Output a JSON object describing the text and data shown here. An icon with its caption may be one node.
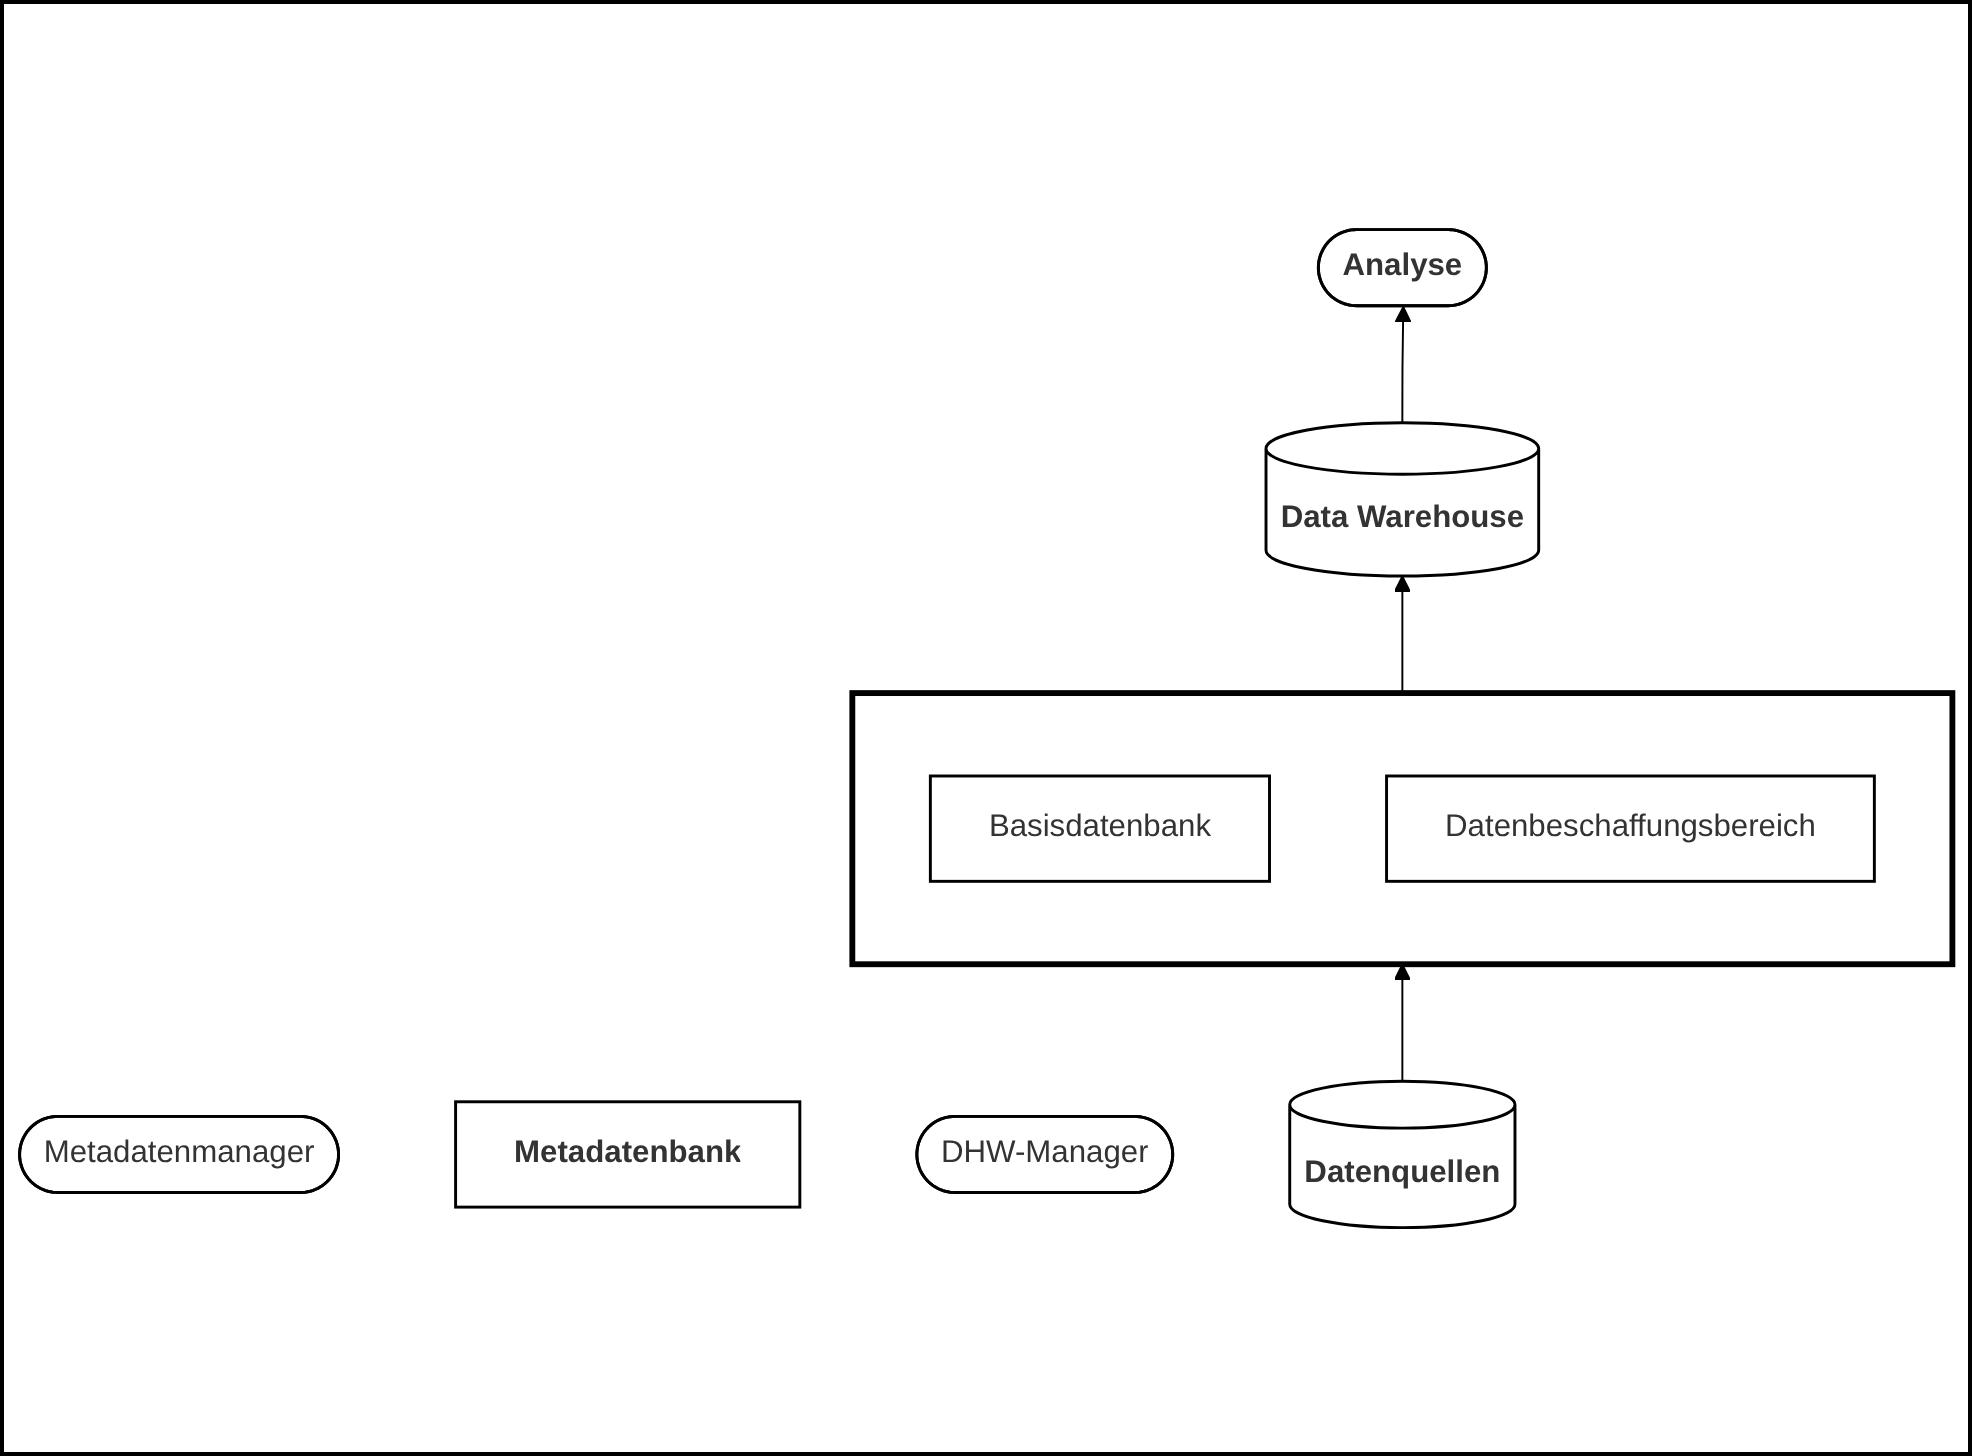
{
  "diagram": {
    "nodes": [
      {
        "text": [
          "Analyse"
        ]
      },
      {
        "text": [
          "Data Warehouse"
        ]
      },
      {
        "text": [
          "Metadatenmanager"
        ]
      },
      {
        "text": [
          "Metadatenbank"
        ]
      },
      {
        "text": [],
        "shape": "box"
      },
      {
        "text": [
          "DHW-Manager"
        ]
      },
      {
        "text": [
          "Basisdatenbank"
        ],
        "in": 4
      },
      {
        "text": [
          "Datenbeschaffungsbereich"
        ],
        "in": 4
      },
      {
        "text": [
          "Datenquellen"
        ]
      }
    ],
    "edges": [
      {
        "from": 8,
        "to": 4,
        "arrow": "to"
      },
      {
        "from": 4,
        "to": 1,
        "arrow": "to"
      },
      {
        "from": 1,
        "to": 0,
        "arrow": "to"
      }
    ]
  }
}
